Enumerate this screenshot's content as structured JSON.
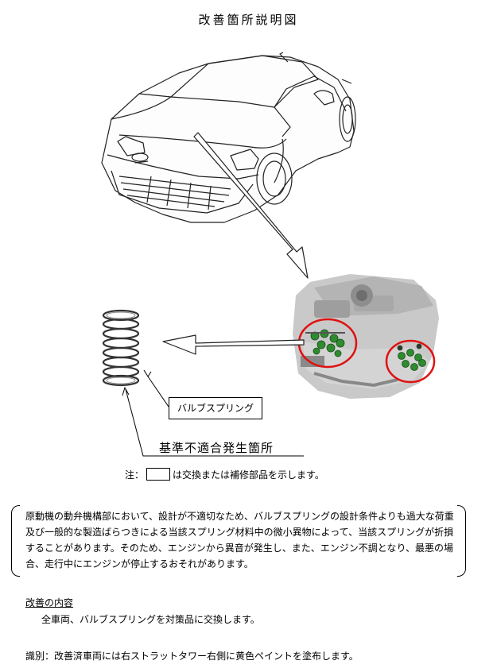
{
  "title": "改善箇所説明図",
  "labels": {
    "spring": "バルブスプリング",
    "defect_location": "基準不適合発生箇所"
  },
  "note": {
    "prefix": "注：",
    "suffix": "は交換または補修部品を示します。"
  },
  "description": "原動機の動弁機構部において、設計が不適切なため、バルブスプリングの設計条件よりも過大な荷重及び一般的な製造ばらつきによる当該スプリング材料中の微小異物によって、当該スプリングが折損することがあります。そのため、エンジンから異音が発生し、また、エンジン不調となり、最悪の場合、走行中にエンジンが停止するおそれがあります。",
  "improvement": {
    "heading": "改善の内容",
    "body": "全車両、バルブスプリングを対策品に交換します。"
  },
  "identification": "識別：改善済車両には右ストラットタワー右側に黄色ペイントを塗布します。",
  "colors": {
    "highlight": "#e01010",
    "part": "#2e8b2e"
  }
}
